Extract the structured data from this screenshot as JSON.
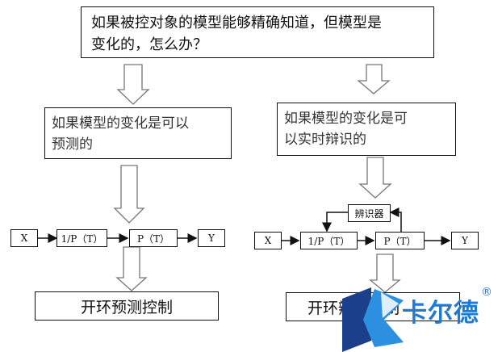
{
  "question": {
    "line1": "如果被控对象的模型能够精确知道，但模型是",
    "line2": "变化的，怎么办？"
  },
  "left": {
    "case": {
      "line1": "如果模型的变化是可以",
      "line2": "预测的"
    },
    "nodes": {
      "x": "X",
      "inv": "1/P（T）",
      "p": "P（T）",
      "y": "Y"
    },
    "result": "开环预测控制"
  },
  "right": {
    "case": {
      "line1": "如果模型的变化是可",
      "line2": "以实时辩识的"
    },
    "identifier": "辨识器",
    "nodes": {
      "x": "X",
      "inv": "1/P（T）",
      "p": "P（T）",
      "y": "Y"
    },
    "result": "开环辨识控制"
  },
  "logo": {
    "text": "卡尔德",
    "reg": "®",
    "colors": {
      "dark": "#1b3f8a",
      "light": "#2d8fe0"
    }
  }
}
